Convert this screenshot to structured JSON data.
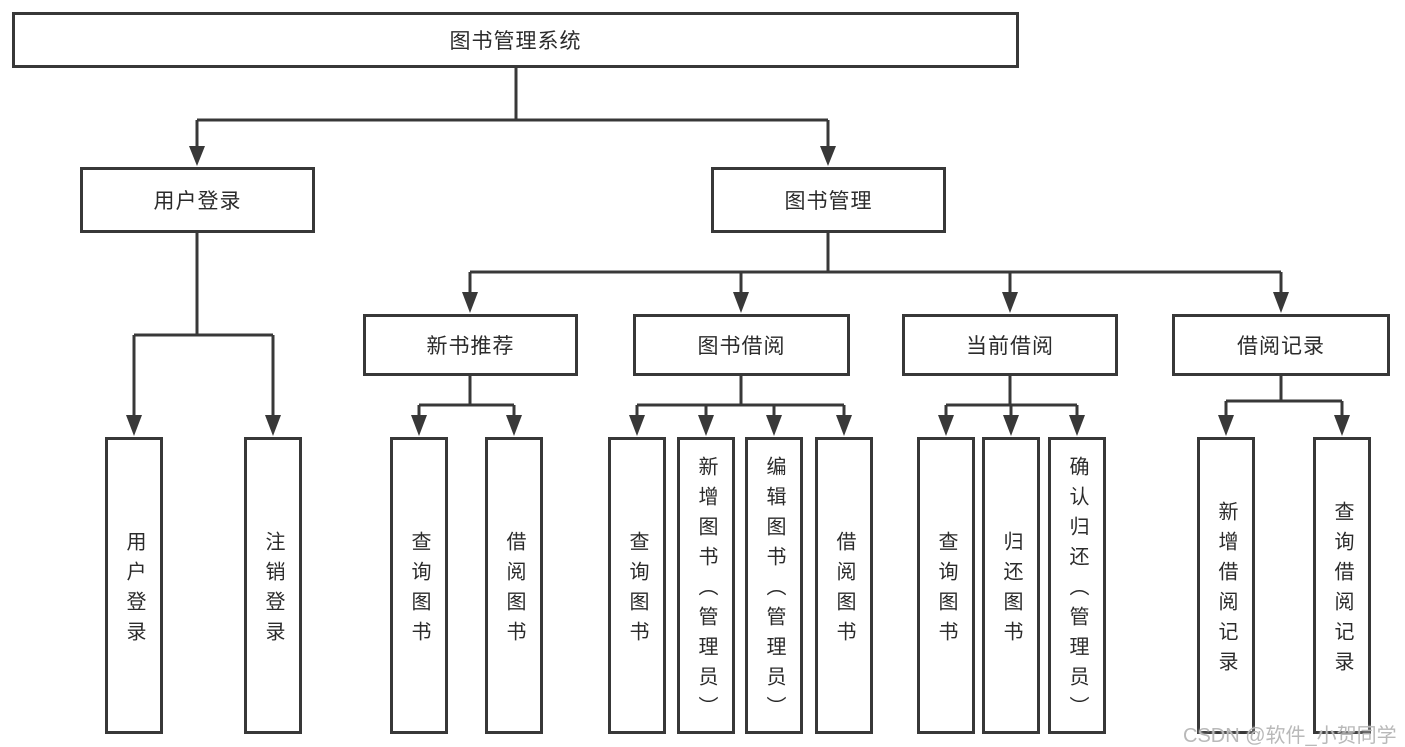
{
  "diagram": {
    "root_label": "图书管理系统",
    "level2": [
      {
        "label": "用户登录"
      },
      {
        "label": "图书管理"
      }
    ],
    "level3": [
      {
        "label": "新书推荐"
      },
      {
        "label": "图书借阅"
      },
      {
        "label": "当前借阅"
      },
      {
        "label": "借阅记录"
      }
    ],
    "leaves": {
      "login": [
        "用户登录",
        "注销登录"
      ],
      "new_books": [
        "查询图书",
        "借阅图书"
      ],
      "book_borrow": [
        "查询图书",
        "新增图书（管理员）",
        "编辑图书（管理员）",
        "借阅图书"
      ],
      "current_borrow": [
        "查询图书",
        "归还图书",
        "确认归还（管理员）"
      ],
      "borrow_records": [
        "新增借阅记录",
        "查询借阅记录"
      ]
    }
  },
  "watermark": {
    "text": "CSDN @软件_小贺同学",
    "color": "#b9b9b9"
  },
  "colors": {
    "line": "#383838",
    "box_border": "#383838",
    "text": "#2b2b2b",
    "background": "#ffffff"
  }
}
